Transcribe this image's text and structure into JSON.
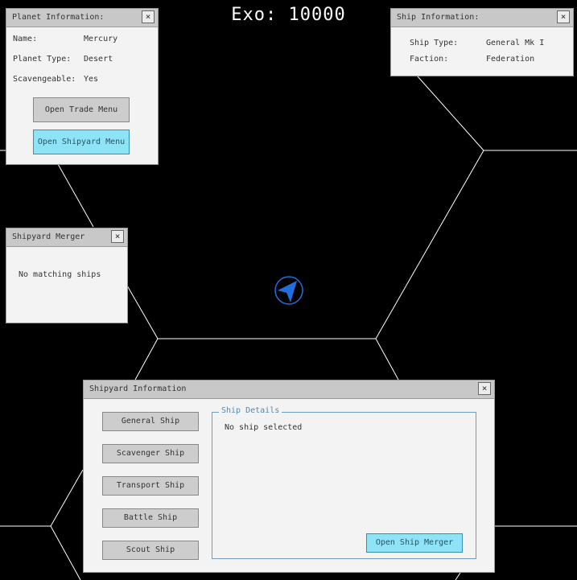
{
  "currency": {
    "label": "Exo:",
    "value": "10000"
  },
  "planet_panel": {
    "title": "Planet Information:",
    "rows": [
      {
        "label": "Name:",
        "value": "Mercury"
      },
      {
        "label": "Planet Type:",
        "value": "Desert"
      },
      {
        "label": "Scavengeable:",
        "value": "Yes"
      }
    ],
    "trade_button": "Open Trade Menu",
    "shipyard_button": "Open Shipyard Menu"
  },
  "ship_panel": {
    "title": "Ship Information:",
    "rows": [
      {
        "label": "Ship Type:",
        "value": "General Mk I"
      },
      {
        "label": "Faction:",
        "value": "Federation"
      }
    ]
  },
  "merger_panel": {
    "title": "Shipyard Merger",
    "message": "No matching ships"
  },
  "shipyard_panel": {
    "title": "Shipyard Information",
    "ship_buttons": [
      "General Ship",
      "Scavenger Ship",
      "Transport Ship",
      "Battle Ship",
      "Scout Ship"
    ],
    "details_title": "Ship Details",
    "details_message": "No ship selected",
    "merger_button": "Open Ship Merger"
  },
  "close_glyph": "×",
  "colors": {
    "background": "#000000",
    "grid_line": "#ffffff",
    "player_ship": "#1f6fe0",
    "accent_button": "#8fe3f7"
  }
}
